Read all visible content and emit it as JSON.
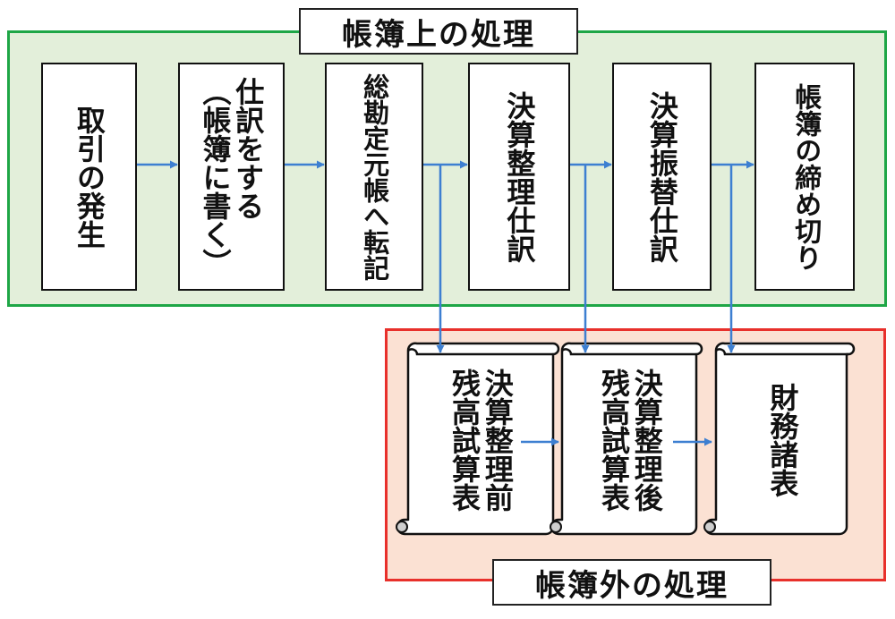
{
  "top_region": {
    "title": "帳簿上の処理"
  },
  "bottom_region": {
    "title": "帳簿外の処理"
  },
  "steps": [
    {
      "label": "取引の発生"
    },
    {
      "label": "仕訳をする\n（帳簿に書く）"
    },
    {
      "label": "総勘定元帳へ転記"
    },
    {
      "label": "決算整理仕訳"
    },
    {
      "label": "決算振替仕訳"
    },
    {
      "label": "帳簿の締め切り"
    }
  ],
  "documents": [
    {
      "label": "決算整理前\n残高試算表"
    },
    {
      "label": "決算整理後\n残高試算表"
    },
    {
      "label": "財務諸表"
    }
  ],
  "colors": {
    "top_region_fill": "#e3efda",
    "top_region_border": "#1ea646",
    "bottom_region_fill": "#fbe1d3",
    "bottom_region_border": "#e8302b",
    "arrow": "#3d7fd1"
  }
}
